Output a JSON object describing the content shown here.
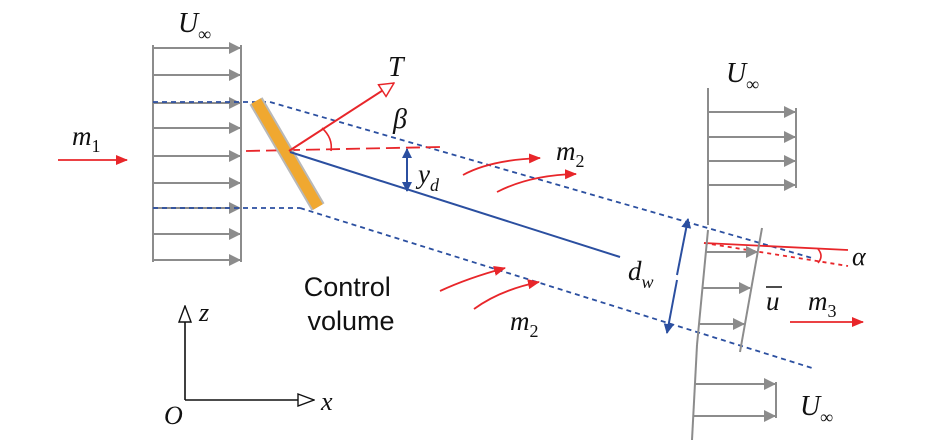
{
  "labels": {
    "u_inf_top_left": {
      "main": "U",
      "sub": "∞"
    },
    "u_inf_top_right": {
      "main": "U",
      "sub": "∞"
    },
    "u_inf_bottom_right": {
      "main": "U",
      "sub": "∞"
    },
    "thrust": "T",
    "beta": "β",
    "alpha": "α",
    "m1": {
      "main": "m",
      "sub": "1"
    },
    "m2_top": {
      "main": "m",
      "sub": "2"
    },
    "m2_bottom": {
      "main": "m",
      "sub": "2"
    },
    "m3": {
      "main": "m",
      "sub": "3"
    },
    "yd": {
      "main": "y",
      "sub": "d"
    },
    "dw": {
      "main": "d",
      "sub": "w"
    },
    "u_bar": "u",
    "control_volume": [
      "Control",
      "volume"
    ],
    "axis_z": "z",
    "axis_x": "x",
    "origin": "O"
  },
  "colors": {
    "flow_arrow": "#e8262a",
    "control_boundary": "#2b4fa0",
    "wake_centerline": "#2b4fa0",
    "profile_gray": "#8c8c8c",
    "actuator_disk": "#f0a830",
    "axes": "#111111"
  }
}
